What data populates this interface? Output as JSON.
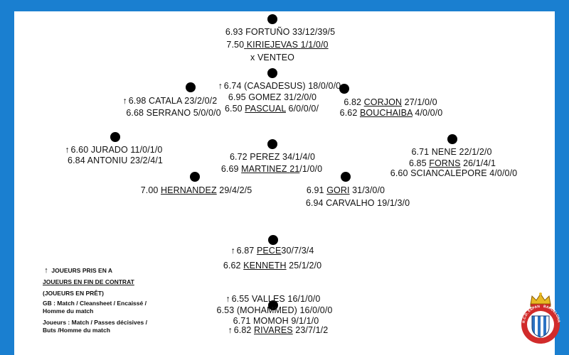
{
  "players": {
    "gk_fortuno": {
      "rating": "6.93",
      "name": "FORTUÑO",
      "stats": "33/12/39/5"
    },
    "gk_kiriejevas": {
      "rating": "7.50",
      "name": "KIRIEJEVAS",
      "stats": "1/1/0/0"
    },
    "gk_venteo": {
      "prefix": "x",
      "name": "VENTEO"
    },
    "cb_casadesus": {
      "arrow": "↑",
      "rating": "6.74",
      "name": "(CASADESUS)",
      "stats": "18/0/0/0"
    },
    "cb_gomez": {
      "rating": "6.95",
      "name": "GOMEZ",
      "stats": "31/2/0/0"
    },
    "cb_pascual": {
      "rating": "6.50",
      "name": "PASCUAL",
      "stats": "6/0/0/0/"
    },
    "lcb_catala": {
      "arrow": "↑",
      "rating": "6.98",
      "name": "CATALA",
      "stats": "23/2/0/2"
    },
    "lcb_serrano": {
      "rating": "6.68",
      "name": "SERRANO",
      "stats": "5/0/0/0"
    },
    "rcb_corjon": {
      "rating": "6.82",
      "name": "CORJON",
      "stats": "27/1/0/0"
    },
    "rcb_bouchaiba": {
      "rating": "6.62",
      "name": "BOUCHAIBA",
      "stats": "4/0/0/0"
    },
    "lwb_jurado": {
      "arrow": "↑",
      "rating": "6.60",
      "name": "JURADO",
      "stats": "11/0/1/0"
    },
    "lwb_antoniu": {
      "rating": "6.84",
      "name": "ANTONIU",
      "stats": "23/2/4/1"
    },
    "dm_perez": {
      "rating": "6.72",
      "name": "PEREZ",
      "stats": "34/1/4/0"
    },
    "dm_martinez": {
      "rating": "6.69",
      "name": "MARTINEZ",
      "stats_a": "21",
      "stats_b": "/1/0/0"
    },
    "rwb_nene": {
      "rating": "6.71",
      "name": "NENE",
      "stats": "22/1/2/0"
    },
    "rwb_forns": {
      "rating": "6.85",
      "name": "FORNS",
      "stats": "26/1/4/1"
    },
    "rwb_sciancalepore": {
      "rating": "6.60",
      "name": "SCIANCALEPORE",
      "stats": "4/0/0/0"
    },
    "lm_hernandez": {
      "rating": "7.00",
      "name": "HERNANDEZ",
      "stats": "29/4/2/5"
    },
    "rm_gori": {
      "rating": "6.91",
      "name": "GORI",
      "stats": "31/3/0/0"
    },
    "rm_carvalho": {
      "rating": "6.94",
      "name": "CARVALHO",
      "stats": "19/1/3/0"
    },
    "am_pece": {
      "arrow": "↑",
      "rating": "6.87",
      "name": "PECE",
      "stats": "30/7/3/4"
    },
    "am_kenneth": {
      "rating": "6.62",
      "name": "KENNETH",
      "stats": "25/1/2/0"
    },
    "st_valles": {
      "arrow": "↑",
      "rating": "6.55",
      "name": "VALLES",
      "stats": "16/1/0/0"
    },
    "st_mohammed": {
      "rating": "6.53",
      "name": "(MOHAMMED)",
      "stats": "16/0/0/0"
    },
    "st_momoh": {
      "rating": "6.71",
      "name": "MOMOH",
      "stats": "9/1/1/0"
    },
    "st_rivares": {
      "arrow": "↑",
      "rating": "6.82",
      "name": "RIVARES",
      "stats": "23/7/1/2"
    }
  },
  "legend": {
    "arrow": "↑",
    "loan_in": "JOUEURS PRIS EN A",
    "contract_end": "JOUEURS EN FIN DE CONTRAT",
    "loan_out": "(JOUEURS EN PRÊT)",
    "gk_line1": "GB : Match / Cleansheet / Encaissé /",
    "gk_line2": "Homme du match",
    "pl_line1": "Joueurs : Match / Passes décisives /",
    "pl_line2": "Buts /Homme du match"
  },
  "crest": {
    "text_left": "R.C.D. ESPANYOL",
    "text_right": "BARCELONA"
  },
  "colors": {
    "background": "#1a7fd0",
    "board": "#ffffff",
    "crest_blue": "#2a72c4",
    "crest_red": "#d12b2b"
  }
}
